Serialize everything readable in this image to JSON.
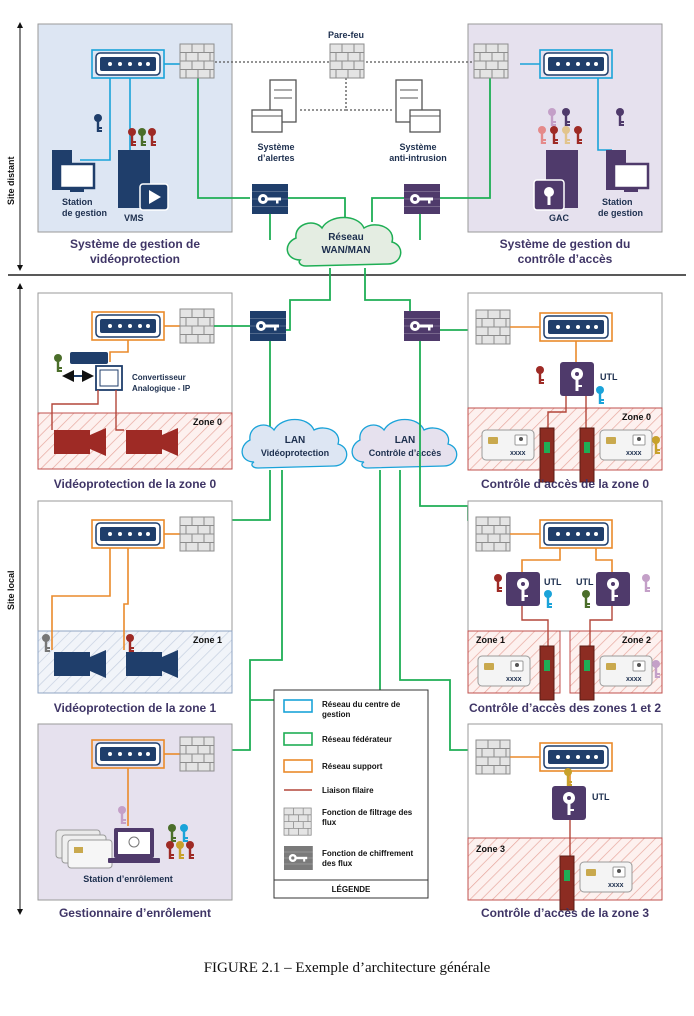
{
  "labels": {
    "side_distant": "Site distant",
    "side_local": "Site local",
    "parefeu": "Pare-feu",
    "sys_alertes_1": "Système",
    "sys_alertes_2": "d’alertes",
    "sys_intrusion_1": "Système",
    "sys_intrusion_2": "anti-intrusion",
    "wan_1": "Réseau",
    "wan_2": "WAN/MAN",
    "lan_video_1": "LAN",
    "lan_video_2": "Vidéoprotection",
    "lan_acces_1": "LAN",
    "lan_acces_2": "Contrôle d’accès",
    "station_gestion_1": "Station",
    "station_gestion_2": "de gestion",
    "vms": "VMS",
    "gac": "GAC",
    "station_gestion_r1": "Station",
    "station_gestion_r2": "de gestion",
    "convertisseur_1": "Convertisseur",
    "convertisseur_2": "Analogique - IP",
    "utl": "UTL",
    "xxxx": "xxxx",
    "station_enrolement": "Station d’enrôlement"
  },
  "captions": {
    "gestion_video_1": "Système de gestion de",
    "gestion_video_2": "vidéoprotection",
    "gestion_acces_1": "Système de gestion du",
    "gestion_acces_2": "contrôle d’accès",
    "video_zone0": "Vidéoprotection de la zone 0",
    "acces_zone0": "Contrôle d’accès de la zone 0",
    "video_zone1": "Vidéoprotection de la zone 1",
    "acces_zones12": "Contrôle d’accès des zones 1 et 2",
    "enrolement": "Gestionnaire d’enrôlement",
    "acces_zone3": "Contrôle d’accès de la zone 3"
  },
  "zones": {
    "z0": "Zone 0",
    "z1": "Zone 1",
    "z2": "Zone 2",
    "z3": "Zone 3"
  },
  "legend": {
    "items": [
      {
        "label_1": "Réseau du centre de",
        "label_2": "gestion",
        "color": "#1aa3d9"
      },
      {
        "label_1": "Réseau fédérateur",
        "label_2": "",
        "color": "#1fae55"
      },
      {
        "label_1": "Réseau support",
        "label_2": "",
        "color": "#ea8a2b"
      },
      {
        "label_1": "Liaison filaire",
        "label_2": "",
        "color": "#b3463a"
      },
      {
        "label_1": "Fonction de filtrage des",
        "label_2": "flux",
        "color": "#c8c8c8"
      },
      {
        "label_1": "Fonction de chiffrement",
        "label_2": "des flux",
        "color": "#7a7a7a"
      }
    ],
    "title": "LÉGENDE"
  },
  "figure_caption": "FIGURE 2.1 – Exemple d’architecture générale",
  "colors": {
    "management": "#1aa3d9",
    "backbone": "#1fae55",
    "support": "#ea8a2b",
    "wired": "#b3463a",
    "navy": "#1f3e6b",
    "purple": "#4f3a6b",
    "panel_blue": "#dde6f3",
    "panel_purple": "#e6e1ee"
  }
}
